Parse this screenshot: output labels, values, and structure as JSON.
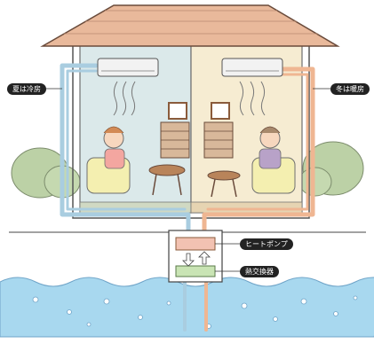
{
  "labels": {
    "summer_cooling": "夏は冷房",
    "winter_heating": "冬は暖房",
    "heat_pump": "ヒートポンプ",
    "heat_exchanger": "熱交換器"
  },
  "colors": {
    "roof": "#e9b99b",
    "left_room": "#dbe9ea",
    "right_room": "#f6ecd2",
    "cool_pipe": "#a9cde0",
    "warm_pipe": "#efb692",
    "water": "#a8d8ef",
    "heat_pump_box": "#f2c2b2",
    "heat_exchanger_box": "#c9e4b4"
  }
}
